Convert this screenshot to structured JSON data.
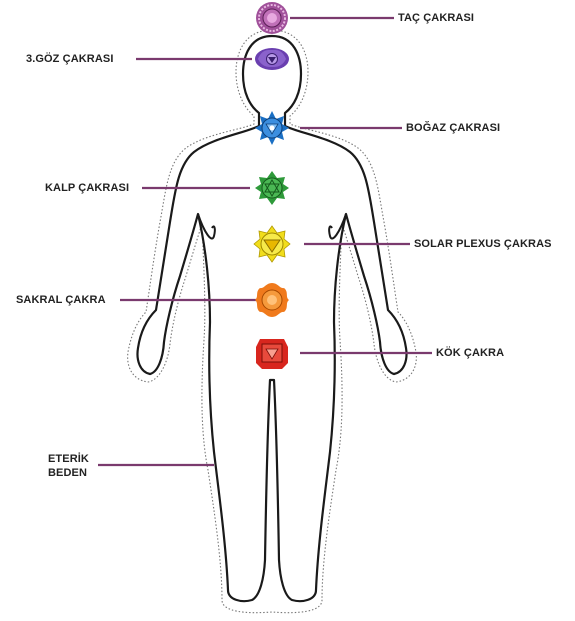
{
  "labels": {
    "crown": "TAÇ ÇAKRASI",
    "third_eye": "3.GÖZ ÇAKRASI",
    "throat": "BOĞAZ ÇAKRASI",
    "heart": "KALP ÇAKRASI",
    "solar_plexus": "SOLAR PLEXUS ÇAKRAS",
    "sacral": "SAKRAL ÇAKRA",
    "root": "KÖK ÇAKRA",
    "etheric_line1": "ETERİK",
    "etheric_line2": "BEDEN"
  },
  "colors": {
    "crown": "#a0509a",
    "third_eye": "#6a3fb0",
    "throat": "#1a6fc4",
    "heart": "#2e9a3a",
    "solar_plexus": "#f1dd1c",
    "sacral": "#f07a1c",
    "root": "#d8261e",
    "leader_line": "#7a3a6e",
    "body_outline": "#1a1a1a",
    "aura_outline": "#777777"
  }
}
